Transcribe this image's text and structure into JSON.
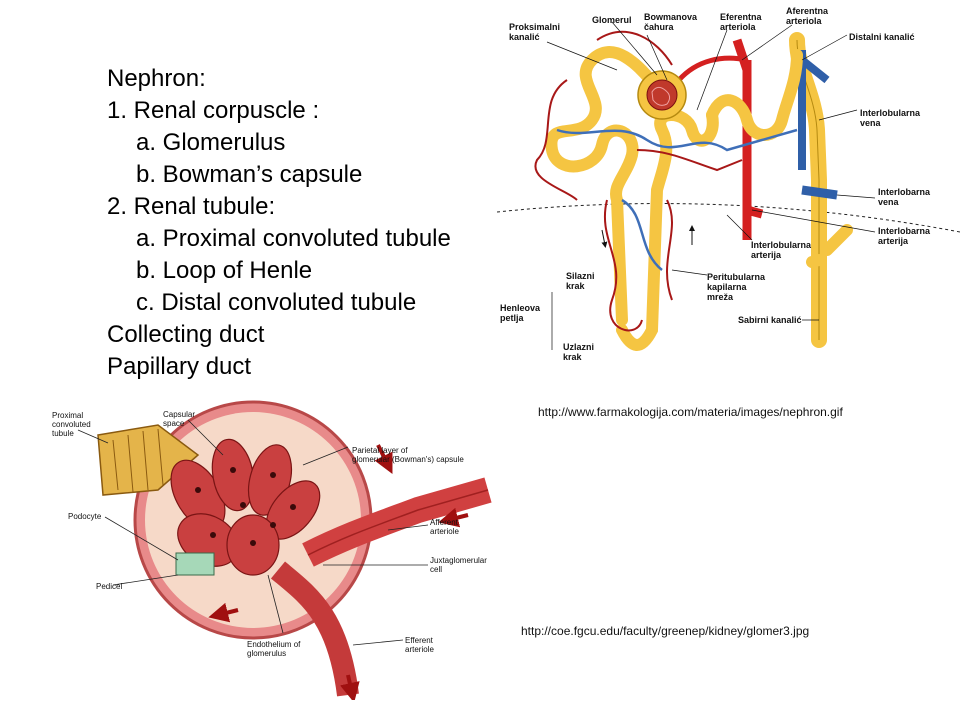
{
  "outline": {
    "title": "Nephron:",
    "item1": "1. Renal corpuscle :",
    "item1a": "a. Glomerulus",
    "item1b": "b. Bowman’s capsule",
    "item2": "2. Renal tubule:",
    "item2a": "a. Proximal convoluted tubule",
    "item2b": "b. Loop of Henle",
    "item2c": "c. Distal convoluted tubule",
    "item3": "Collecting duct",
    "item4": "Papillary duct"
  },
  "nephron_figure": {
    "source_url": "http://www.farmakologija.com/materia/images/nephron.gif",
    "labels": {
      "proksimalni": "Proksimalni\nkanalić",
      "glomerul": "Glomerul",
      "bowmanova": "Bowmanova\nčahura",
      "eferentna": "Eferentna\narteriola",
      "aferentna": "Aferentna\narteriola",
      "distalni": "Distalni kanalić",
      "interlobularna_vena": "Interlobularna\nvena",
      "interlobarna_vena": "Interlobarna\nvena",
      "interlobarna_arterija": "Interlobarna\narterija",
      "interlobularna_arterija": "Interlobularna\narterija",
      "silazni": "Silazni\nkrak",
      "henleova": "Henleova\npetlja",
      "peritubularna": "Peritubularna\nkapilarna\nmreža",
      "sabirni": "Sabirni kanalić",
      "uzlazni": "Uzlazni\nkrak"
    },
    "colors": {
      "tubule": "#f5c542",
      "artery": "#d42020",
      "vein": "#2f5fa8"
    }
  },
  "glomerulus_figure": {
    "source_url": "http://coe.fgcu.edu/faculty/greenep/kidney/glomer3.jpg",
    "labels": {
      "pct": "Proximal\nconvoluted\ntubule",
      "capsular_space": "Capsular\nspace",
      "parietal": "Parietal layer of\nglomerular (Bowman's) capsule",
      "podocyte": "Podocyte",
      "afferent": "Afferent\narteriole",
      "juxta": "Juxtaglomerular\ncell",
      "pedicel": "Pedicel",
      "endothelium": "Endothelium of\nglomerulus",
      "efferent": "Efferent\narteriole"
    }
  }
}
